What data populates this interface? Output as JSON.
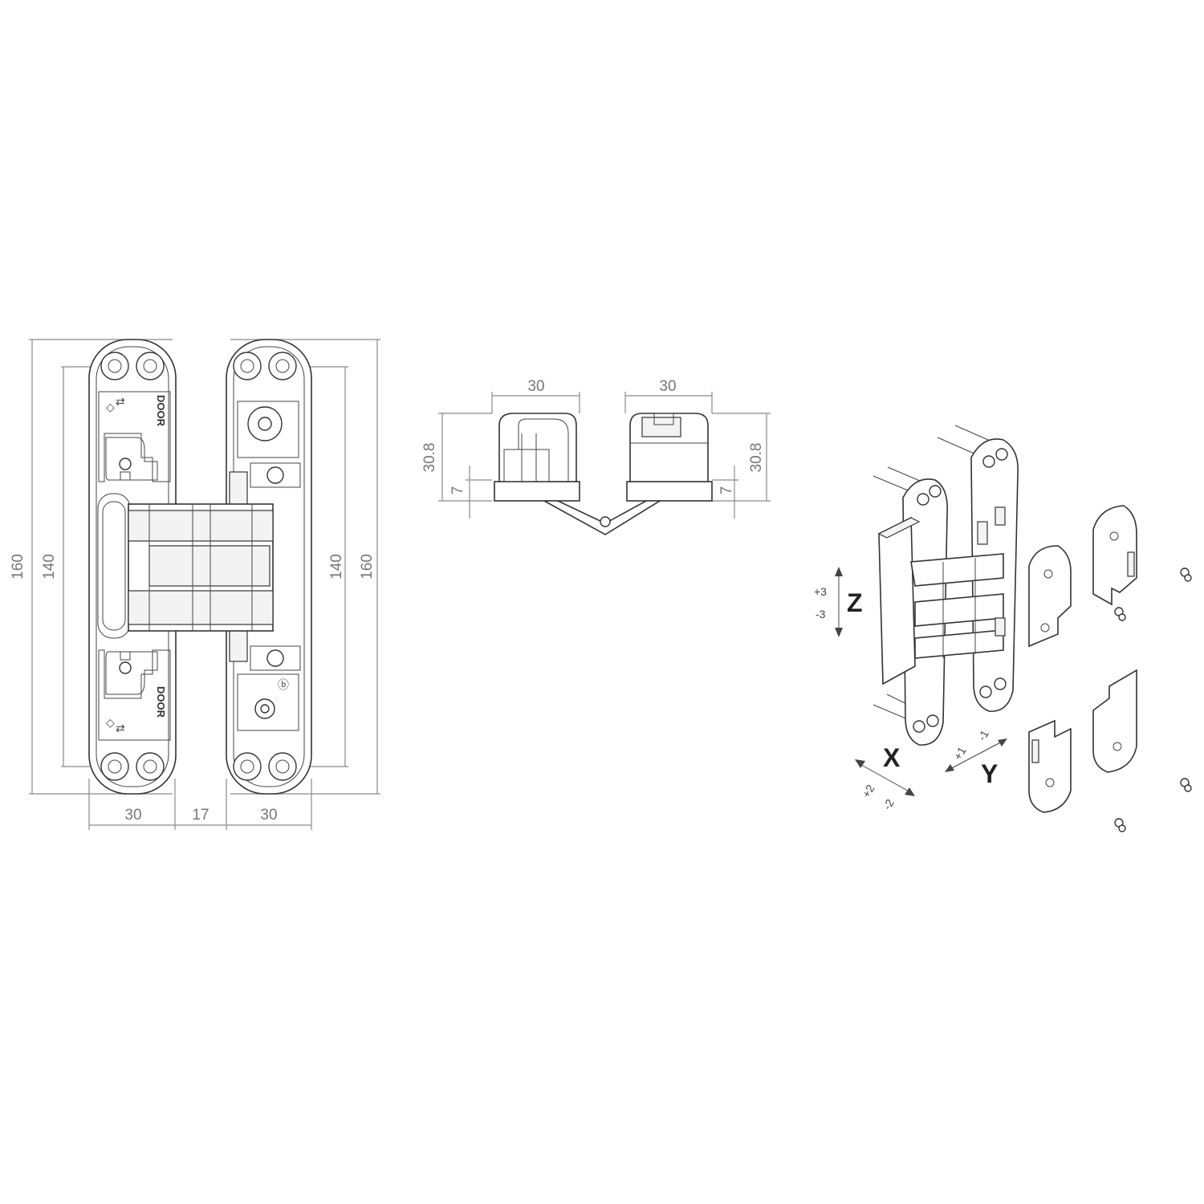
{
  "front_view": {
    "overall_height_left": "160",
    "inner_height_left": "140",
    "inner_height_right": "140",
    "overall_height_right": "160",
    "width_left": "30",
    "gap": "17",
    "width_right": "30",
    "door_label_top": "DOOR",
    "door_label_bottom": "DOOR"
  },
  "side_view": {
    "width_left": "30",
    "width_right": "30",
    "height_left": "30.8",
    "height_right": "30.8",
    "base_left": "7",
    "base_right": "7"
  },
  "adjustments": {
    "z_label": "Z",
    "z_plus": "+3",
    "z_minus": "-3",
    "x_label": "X",
    "x_plus": "+2",
    "x_minus": "-2",
    "y_label": "Y",
    "y_plus": "+1",
    "y_minus": "-1"
  },
  "colors": {
    "line": "#333333",
    "dimension": "#8a8a8a",
    "background": "#ffffff"
  }
}
